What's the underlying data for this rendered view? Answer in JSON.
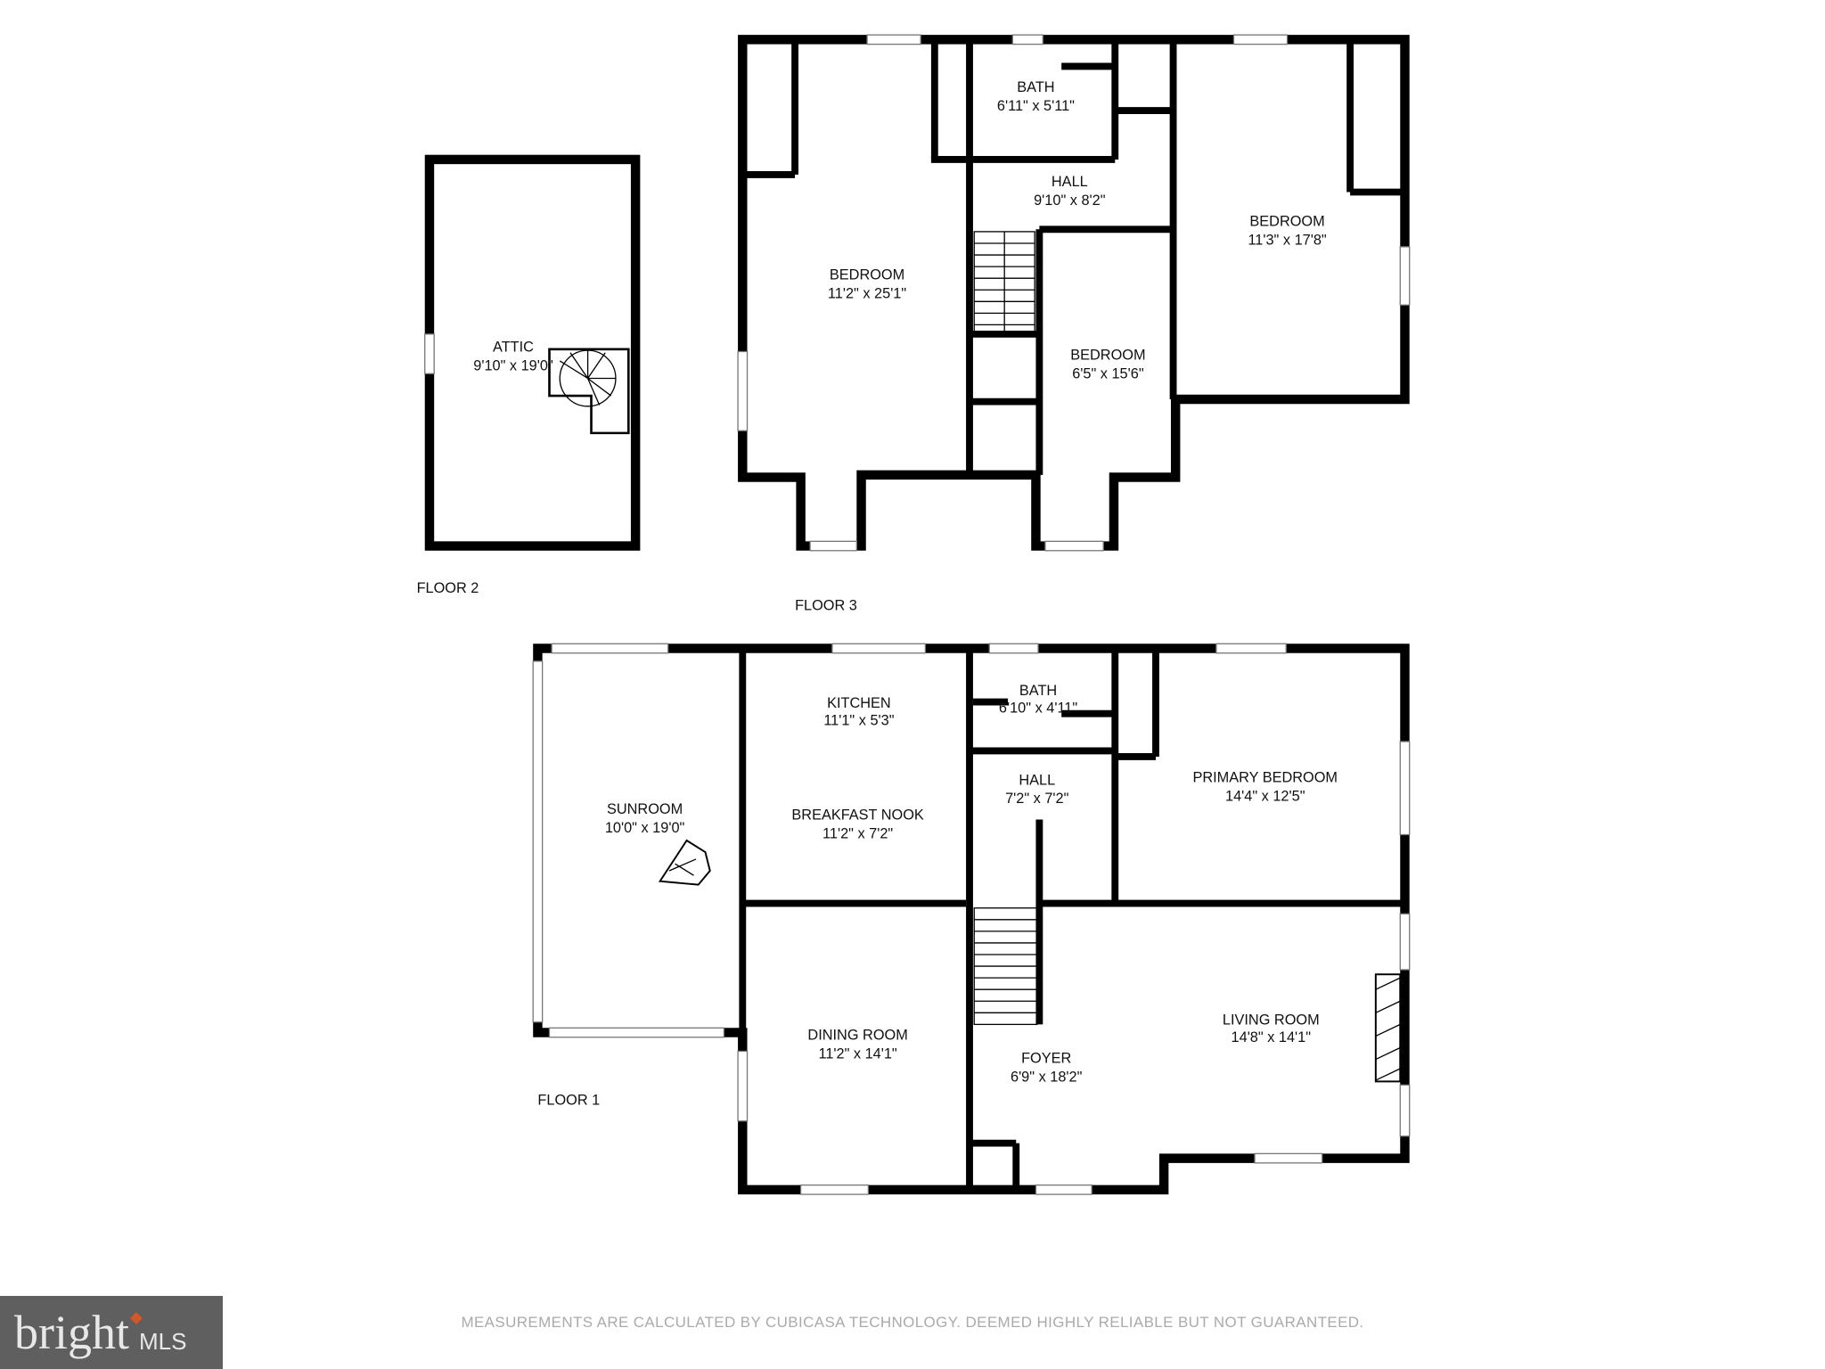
{
  "floors": {
    "floor2": {
      "label": "FLOOR 2",
      "rooms": [
        {
          "name": "ATTIC",
          "size": "9'10\" x 19'0\""
        }
      ]
    },
    "floor3": {
      "label": "FLOOR 3",
      "rooms": [
        {
          "name": "BATH",
          "size": "6'11\" x 5'11\""
        },
        {
          "name": "HALL",
          "size": "9'10\" x 8'2\""
        },
        {
          "name": "BEDROOM",
          "size": "11'2\" x 25'1\""
        },
        {
          "name": "BEDROOM",
          "size": "11'3\" x 17'8\""
        },
        {
          "name": "BEDROOM",
          "size": "6'5\" x 15'6\""
        }
      ]
    },
    "floor1": {
      "label": "FLOOR 1",
      "rooms": [
        {
          "name": "KITCHEN",
          "size": "11'1\" x 5'3\""
        },
        {
          "name": "BATH",
          "size": "6'10\" x 4'11\""
        },
        {
          "name": "HALL",
          "size": "7'2\" x 7'2\""
        },
        {
          "name": "SUNROOM",
          "size": "10'0\" x 19'0\""
        },
        {
          "name": "BREAKFAST NOOK",
          "size": "11'2\" x 7'2\""
        },
        {
          "name": "PRIMARY BEDROOM",
          "size": "14'4\" x 12'5\""
        },
        {
          "name": "DINING ROOM",
          "size": "11'2\" x 14'1\""
        },
        {
          "name": "FOYER",
          "size": "6'9\" x 18'2\""
        },
        {
          "name": "LIVING ROOM",
          "size": "14'8\" x 14'1\""
        }
      ]
    }
  },
  "disclaimer": "MEASUREMENTS ARE CALCULATED BY CUBICASA TECHNOLOGY. DEEMED HIGHLY RELIABLE BUT NOT GUARANTEED.",
  "logo": {
    "text": "bright",
    "suffix": "MLS",
    "accent": "#d4572a"
  }
}
